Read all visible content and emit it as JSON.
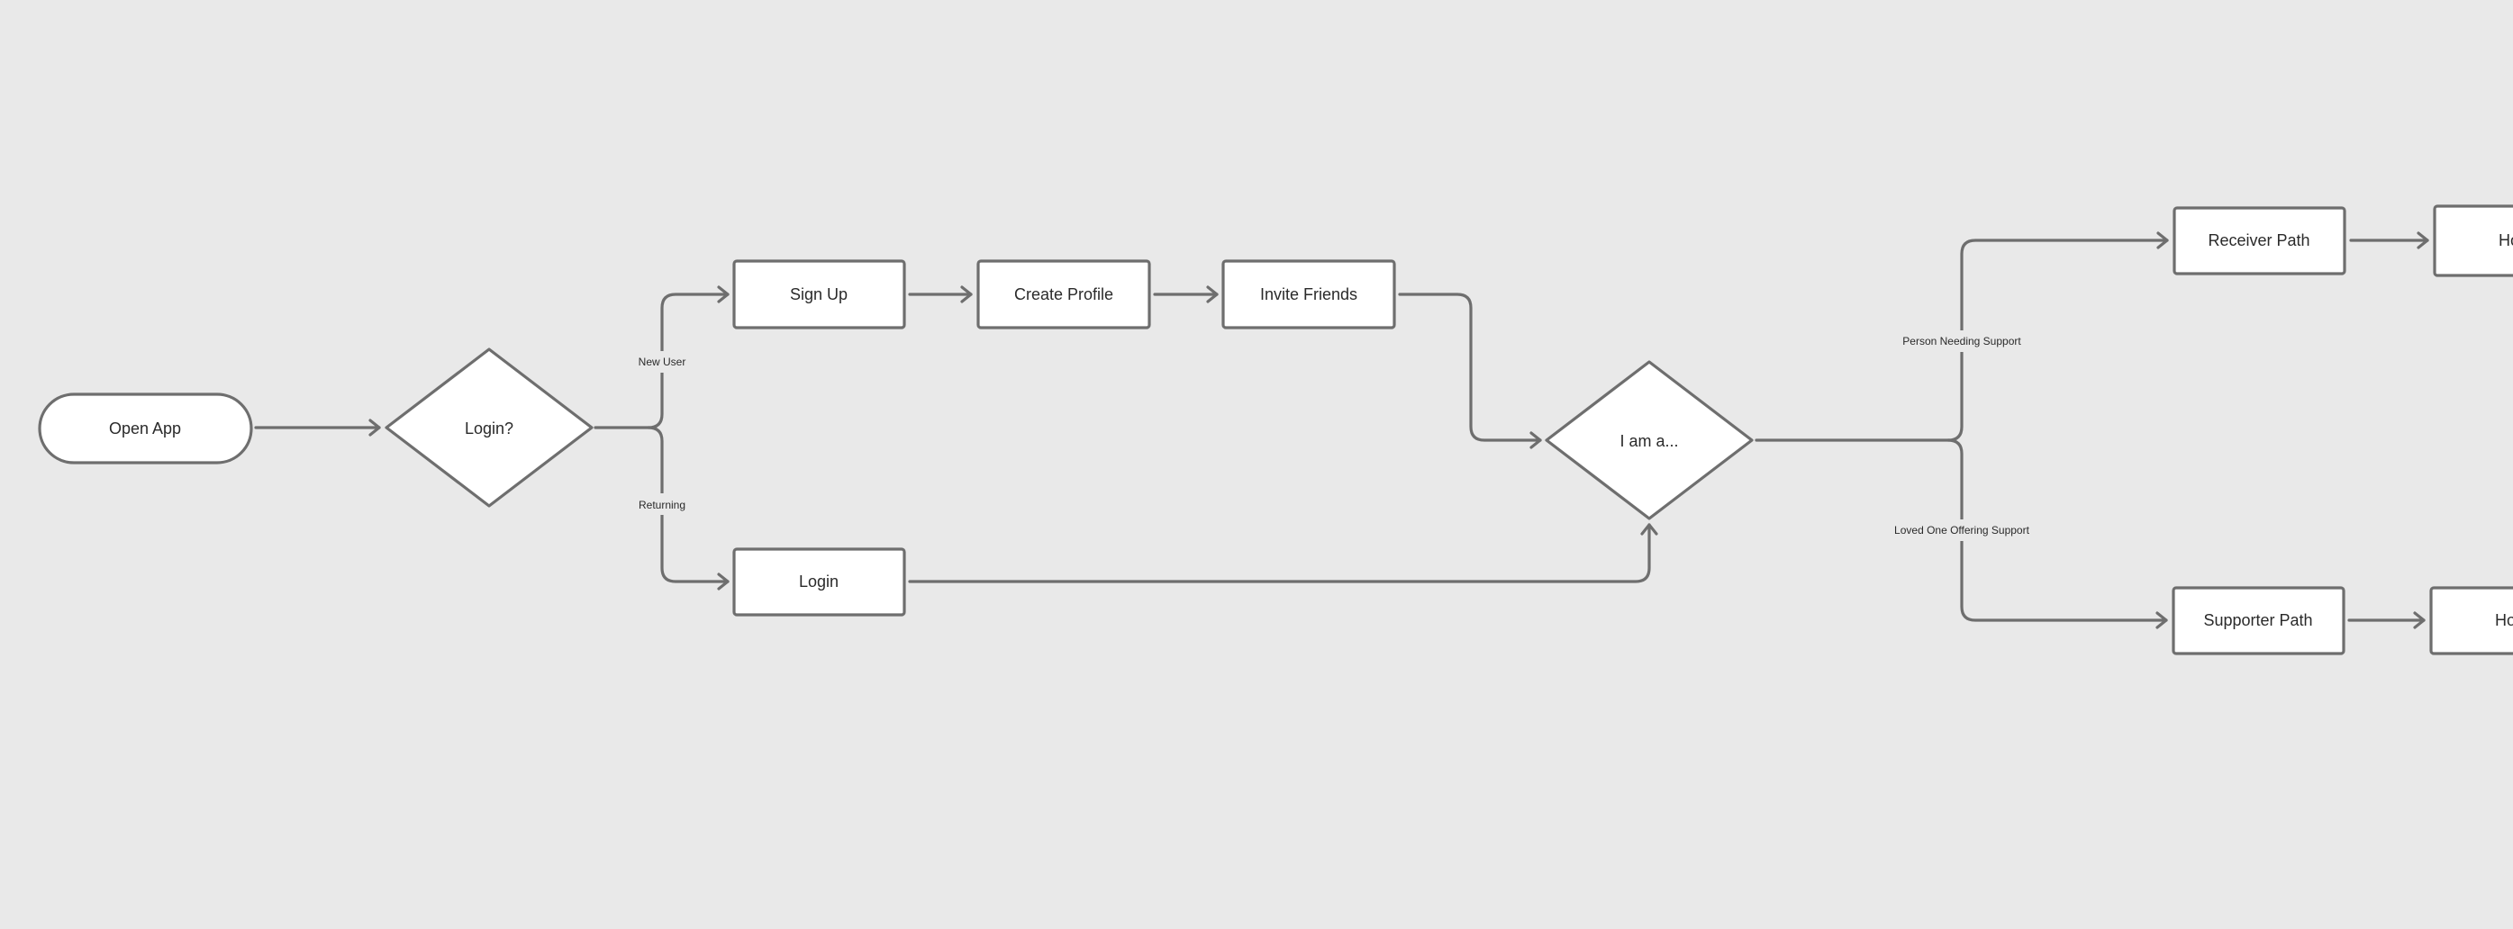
{
  "nodes": {
    "open_app": "Open App",
    "login_decision": "Login?",
    "sign_up": "Sign Up",
    "create_profile": "Create Profile",
    "invite_friends": "Invite Friends",
    "login": "Login",
    "role_decision": "I am a...",
    "receiver_path": "Receiver Path",
    "supporter_path": "Supporter Path",
    "receiver_next": "Home",
    "supporter_next": "Home"
  },
  "edge_labels": {
    "new_user": "New User",
    "returning": "Returning",
    "person_needing_support": "Person Needing Support",
    "loved_one_offering_support": "Loved One Offering Support"
  },
  "colors": {
    "background": "#e9e9e9",
    "stroke": "#6e6e6e",
    "node_fill": "#ffffff",
    "text": "#2a2a2a"
  }
}
